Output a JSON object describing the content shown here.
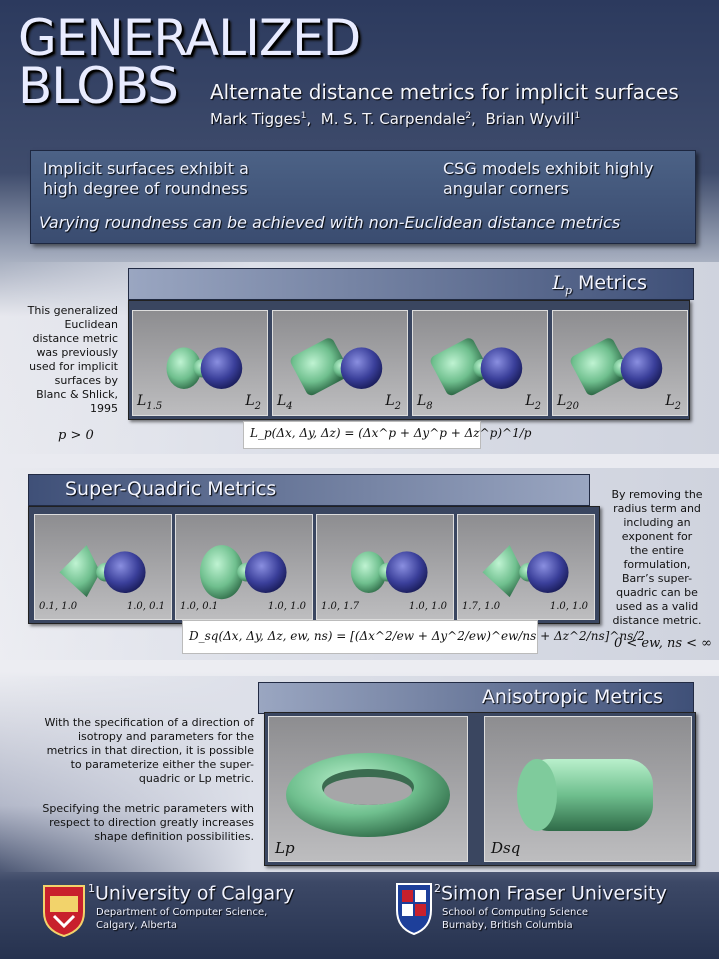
{
  "title": {
    "line1": "GENERALIZED",
    "line2": "BLOBS"
  },
  "subtitle": "Alternate distance metrics for implicit surfaces",
  "authors": [
    {
      "name": "Mark Tigges",
      "sup": "1"
    },
    {
      "name": "M. S. T. Carpendale",
      "sup": "2"
    },
    {
      "name": "Brian Wyvill",
      "sup": "1"
    }
  ],
  "intro": {
    "left": "Implicit surfaces exhibit a\nhigh degree of roundness",
    "right": "CSG models exhibit highly\nangular corners",
    "bottom": "Varying roundness can be achieved with non-Euclidean distance metrics"
  },
  "lp": {
    "heading_base": "L",
    "heading_sub": "p",
    "heading_rest": " Metrics",
    "description": "This generalized\nEuclidean\ndistance metric\nwas previously\nused for implicit\nsurfaces by\nBlanc & Shlick,\n1995",
    "condition": "p > 0",
    "panels": [
      {
        "left": "1.5",
        "right": "2"
      },
      {
        "left": "4",
        "right": "2"
      },
      {
        "left": "8",
        "right": "2"
      },
      {
        "left": "20",
        "right": "2"
      }
    ],
    "formula": "L_p(Δx, Δy, Δz) = (Δx^p + Δy^p + Δz^p)^1/p"
  },
  "sq": {
    "heading": "Super-Quadric Metrics",
    "description": "By removing the\nradius term and\nincluding an\nexponent for\nthe entire\nformulation,\nBarr’s super-\nquadric can be\nused as a valid\ndistance metric.",
    "condition": "0 < ew, ns < ∞",
    "panels": [
      {
        "left": "0.1, 1.0",
        "right": "1.0, 0.1"
      },
      {
        "left": "1.0, 0.1",
        "right": "1.0, 1.0"
      },
      {
        "left": "1.0, 1.7",
        "right": "1.0, 1.0"
      },
      {
        "left": "1.7, 1.0",
        "right": "1.0, 1.0"
      }
    ],
    "formula": "D_sq(Δx, Δy, Δz, ew, ns) = [(Δx^2/ew + Δy^2/ew)^ew/ns + Δz^2/ns]^ns/2"
  },
  "aniso": {
    "heading": "Anisotropic Metrics",
    "para1": "With the specification of a direction of\nisotropy and parameters for the\nmetrics in that direction, it is possible\nto parameterize either the super-\nquadric or Lp metric.",
    "para2": "Specifying the metric parameters with\nrespect to direction greatly increases\nshape definition possibilities.",
    "panel1": "Lp",
    "panel2": "Dsq"
  },
  "footer": {
    "u1": {
      "sup": "1",
      "name": "University of Calgary",
      "dept": "Department of Computer Science,\nCalgary, Alberta"
    },
    "u2": {
      "sup": "2",
      "name": "Simon Fraser University",
      "dept": "School  of Computing Science\nBurnaby,  British Columbia"
    }
  },
  "colors": {
    "blob_green": "#6fbf8e",
    "blob_blue": "#3a3f9a",
    "panel_blue": "#3f5078"
  }
}
